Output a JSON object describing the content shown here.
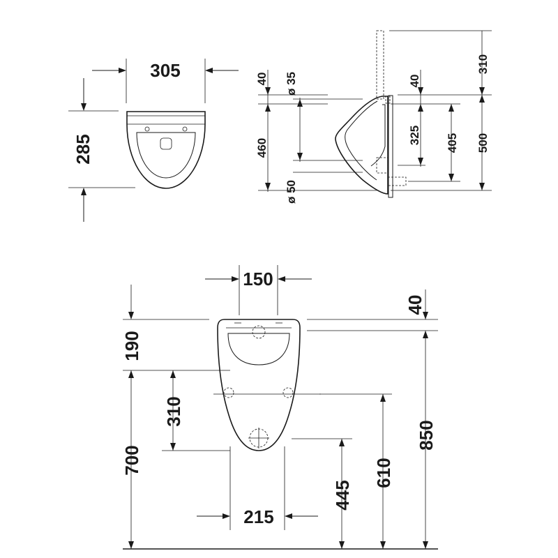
{
  "top_view": {
    "width_label": "305",
    "depth_label": "285"
  },
  "side_view": {
    "offset_top_label": "40",
    "inlet_label": "ø 35",
    "height_label": "460",
    "outlet_label": "ø 50",
    "top_offset_right_label": "40",
    "inner_label": "325",
    "outlet_height_label": "405",
    "total_label": "500",
    "pipe_label": "310"
  },
  "front_view": {
    "hole_spacing_label": "150",
    "top_offset_label": "40",
    "upper_label": "190",
    "fixing_label": "310",
    "floor_fix_label": "700",
    "bottom_width_label": "215",
    "outlet_label": "445",
    "side_fix_label": "610",
    "rim_label": "850"
  }
}
